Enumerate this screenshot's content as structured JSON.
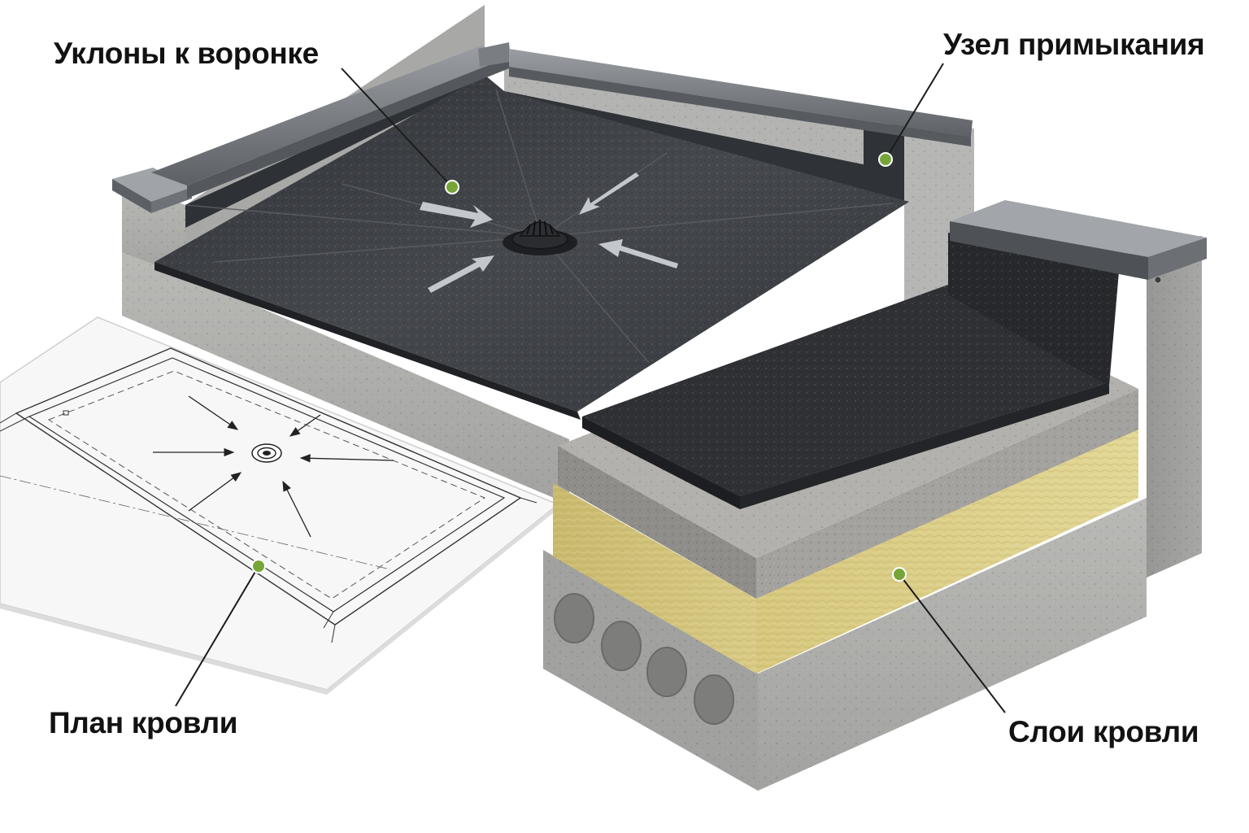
{
  "callouts": {
    "slopes": "Уклоны к воронке",
    "junction": "Узел примыкания",
    "plan": "План кровли",
    "layers": "Слои кровли"
  },
  "colors": {
    "membrane": "#3b3e42",
    "concrete": "#a9a9a7",
    "parapet_cap": "#7b7f84",
    "insulation": "#d9cc86",
    "screed": "#9c9a96",
    "callout_dot": "#76a63a",
    "callout_line": "#1c1c1c",
    "arrows": "#bfc2c6"
  },
  "icons": {
    "drain": "roof-drain-icon",
    "dot": "callout-dot-icon"
  }
}
